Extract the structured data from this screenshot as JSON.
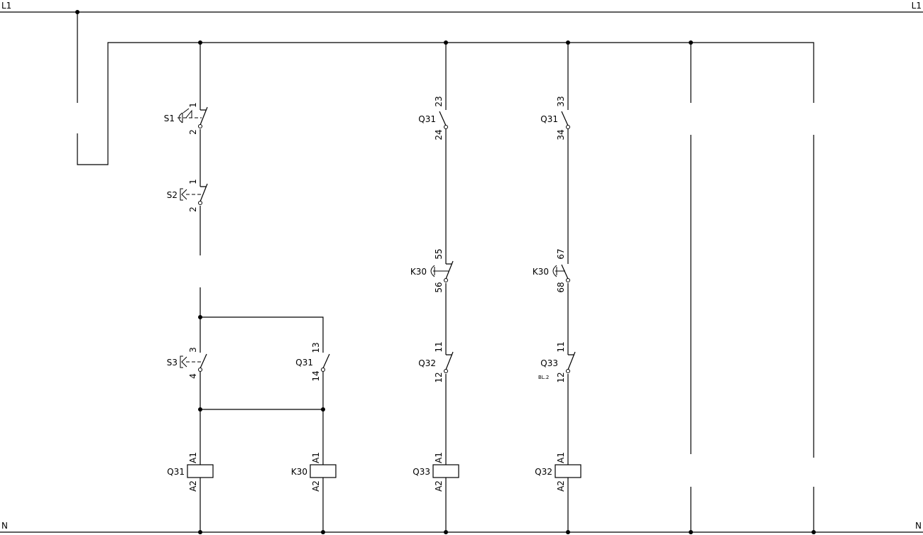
{
  "rails": {
    "l1_left": "L1",
    "l1_right": "L1",
    "n_left": "N",
    "n_right": "N"
  },
  "column1": {
    "s1": {
      "label": "S1",
      "top": "1",
      "bottom": "2"
    },
    "s2": {
      "label": "S2",
      "top": "1",
      "bottom": "2"
    },
    "s3": {
      "label": "S3",
      "top": "3",
      "bottom": "4"
    },
    "coil": {
      "label": "Q31",
      "top": "A1",
      "bottom": "A2"
    }
  },
  "column2": {
    "q31": {
      "label": "Q31",
      "top": "13",
      "bottom": "14"
    },
    "coil": {
      "label": "K30",
      "top": "A1",
      "bottom": "A2"
    }
  },
  "column3": {
    "q31": {
      "label": "Q31",
      "top": "23",
      "bottom": "24"
    },
    "k30": {
      "label": "K30",
      "top": "55",
      "bottom": "56"
    },
    "q32": {
      "label": "Q32",
      "top": "11",
      "bottom": "12"
    },
    "coil": {
      "label": "Q33",
      "top": "A1",
      "bottom": "A2"
    }
  },
  "column4": {
    "q31": {
      "label": "Q31",
      "top": "33",
      "bottom": "34"
    },
    "k30": {
      "label": "K30",
      "top": "67",
      "bottom": "68"
    },
    "q33": {
      "label": "Q33",
      "top": "11",
      "bottom": "12",
      "ref": "BL.2"
    },
    "coil": {
      "label": "Q32",
      "top": "A1",
      "bottom": "A2"
    }
  }
}
